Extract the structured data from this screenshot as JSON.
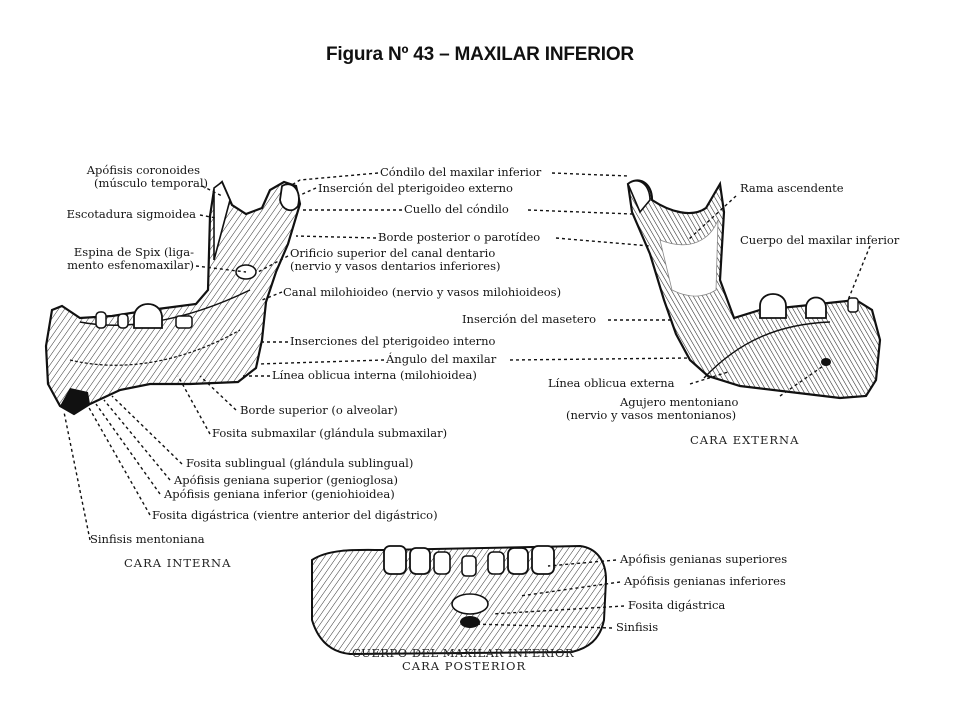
{
  "title": "Figura Nº 43 – MAXILAR INFERIOR",
  "views": {
    "internal": "CARA INTERNA",
    "external": "CARA EXTERNA",
    "posterior_1": "CUERPO DEL MAXILAR INFERIOR",
    "posterior_2": "CARA POSTERIOR"
  },
  "labels": {
    "coronoides_1": "Apófisis coronoides",
    "coronoides_2": "(músculo temporal)",
    "sigmoidea": "Escotadura sigmoidea",
    "spix_1": "Espina de Spix (liga-",
    "spix_2": "mento esfenomaxilar)",
    "condilo": "Cóndilo del maxilar inferior",
    "pterigoideo_ext": "Inserción del pterigoideo externo",
    "cuello": "Cuello del cóndilo",
    "borde_posterior": "Borde posterior o parotídeo",
    "orificio_1": "Orificio superior del canal dentario",
    "orificio_2": "(nervio y vasos dentarios inferiores)",
    "canal_milohioideo": "Canal milohioideo (nervio y vasos milohioideos)",
    "masetero": "Inserción del masetero",
    "pterigoideo_int": "Inserciones del pterigoideo interno",
    "angulo": "Ángulo del maxilar",
    "linea_interna": "Línea oblicua interna (milohioidea)",
    "borde_superior": "Borde superior (o alveolar)",
    "submaxilar": "Fosita submaxilar (glándula submaxilar)",
    "sublingual": "Fosita sublingual (glándula sublingual)",
    "geniana_sup": "Apófisis geniana superior (genioglosa)",
    "geniana_inf": "Apófisis geniana inferior (geniohioidea)",
    "digastrica": "Fosita digástrica (vientre anterior del digástrico)",
    "sinfisis": "Sinfisis mentoniana",
    "rama": "Rama ascendente",
    "cuerpo": "Cuerpo del maxilar inferior",
    "linea_externa": "Línea oblicua externa",
    "agujero_1": "Agujero mentoniano",
    "agujero_2": "(nervio y vasos mentonianos)",
    "post_gen_sup": "Apófisis genianas superiores",
    "post_gen_inf": "Apófisis genianas inferiores",
    "post_digastrica": "Fosita digástrica",
    "post_sinfisis": "Sinfisis"
  }
}
